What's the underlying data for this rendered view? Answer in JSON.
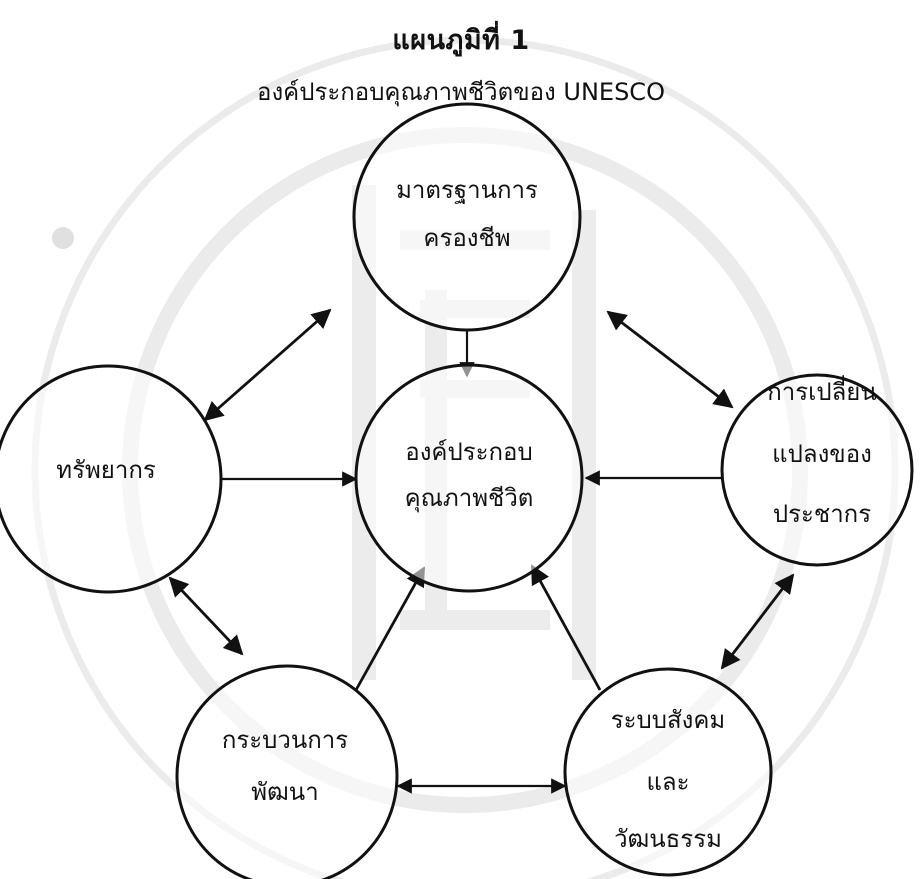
{
  "page": {
    "heading": "แผนภูมิที่ 1",
    "subheading": "องค์ประกอบคุณภาพชีวิตของ UNESCO"
  },
  "nodes": {
    "center": {
      "lines": [
        "องค์ประกอบ",
        "คุณภาพชีวิต"
      ]
    },
    "standard_of_living": {
      "lines": [
        "มาตรฐานการ",
        "ครองชีพ"
      ]
    },
    "resources": {
      "lines": [
        "ทรัพยากร"
      ]
    },
    "population_change": {
      "lines": [
        "การเปลี่ยน",
        "แปลงของ",
        "ประชากร"
      ]
    },
    "development_process": {
      "lines": [
        "กระบวนการ",
        "พัฒนา"
      ]
    },
    "social_culture": {
      "lines": [
        "ระบบสังคม",
        "และ",
        "วัฒนธรรม"
      ]
    }
  },
  "colors": {
    "ink": "#111111",
    "watermark": "#e6e6e6"
  }
}
